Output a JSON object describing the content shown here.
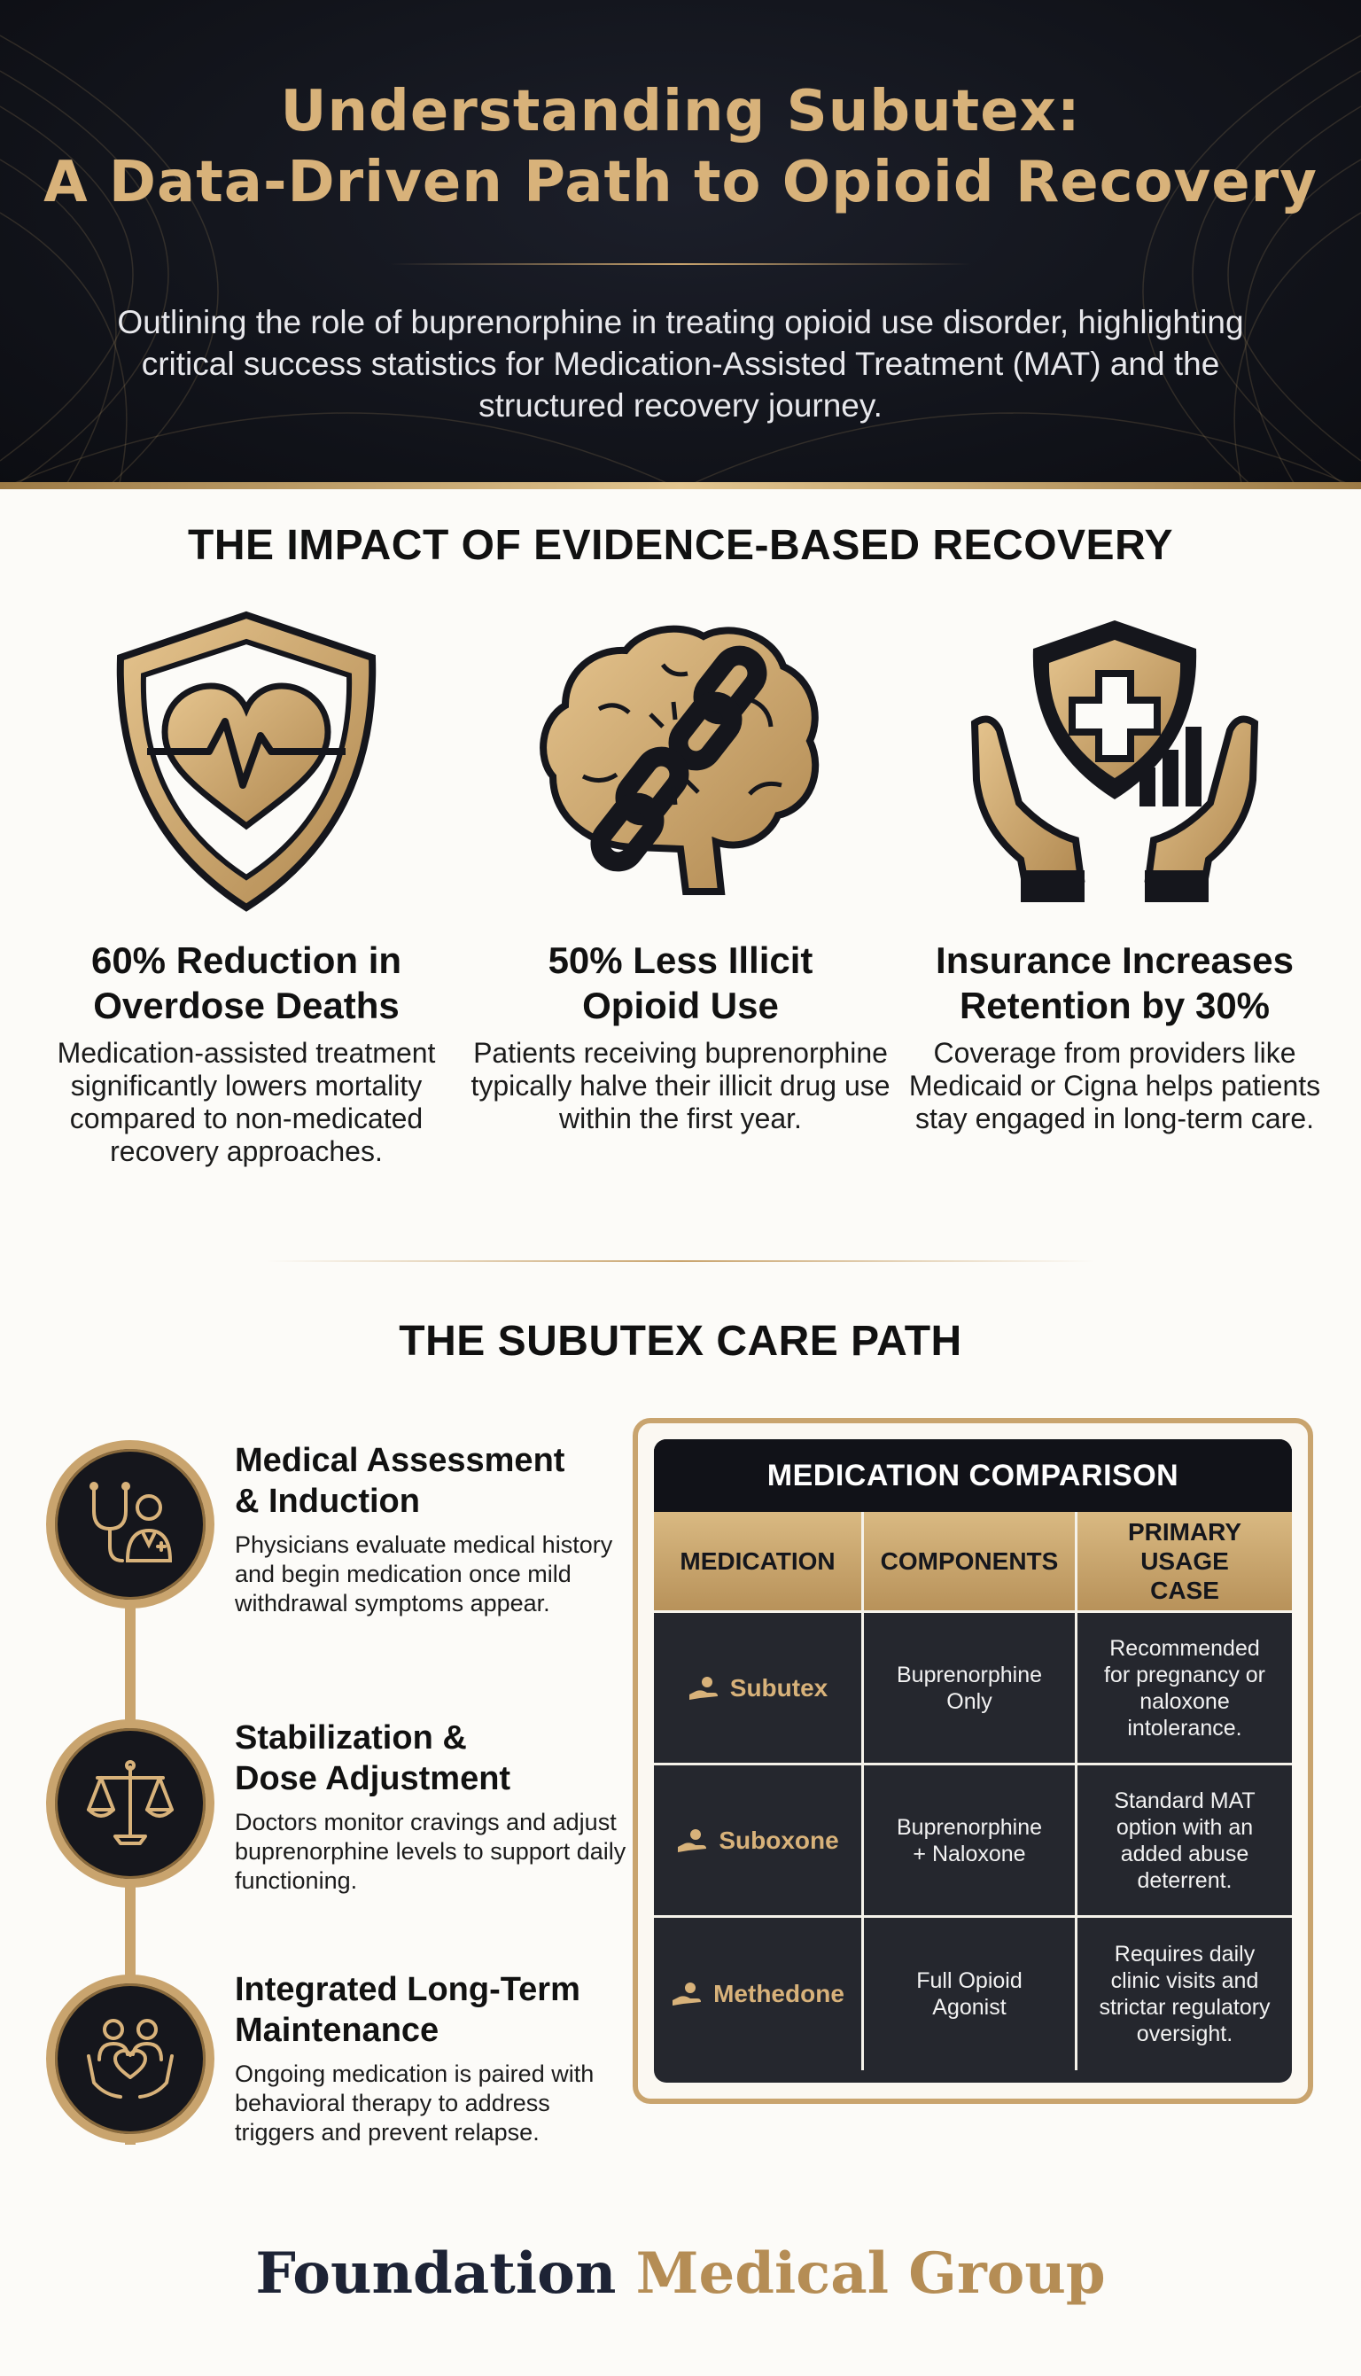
{
  "header": {
    "title_line1": "Understanding Subutex:",
    "title_line2": "A Data-Driven Path to Opioid Recovery",
    "subtitle": "Outlining the role of buprenorphine in treating opioid use disorder, highlighting critical success statistics for Medication-Assisted Treatment (MAT) and the structured recovery journey."
  },
  "impact": {
    "title": "THE IMPACT OF EVIDENCE-BASED RECOVERY",
    "stats": [
      {
        "icon": "shield-heart-icon",
        "heading_line1": "60% Reduction in",
        "heading_line2": "Overdose Deaths",
        "body": "Medication-assisted treatment significantly lowers mortality compared to non-medicated recovery approaches."
      },
      {
        "icon": "brain-broken-chain-icon",
        "heading_line1": "50% Less Illicit",
        "heading_line2": "Opioid Use",
        "body": "Patients receiving buprenorphine typically halve their illicit drug use within the first year."
      },
      {
        "icon": "hands-shield-chart-icon",
        "heading_line1": "Insurance Increases",
        "heading_line2": "Retention by 30%",
        "body": "Coverage from providers like Medicaid or Cigna helps patients stay engaged in long-term care."
      }
    ]
  },
  "care_path": {
    "title": "THE SUBUTEX CARE PATH",
    "steps": [
      {
        "icon": "stethoscope-doctor-icon",
        "heading_line1": "Medical Assessment",
        "heading_line2": "& Induction",
        "body": "Physicians evaluate medical history and begin medication once mild withdrawal symptoms appear."
      },
      {
        "icon": "scales-icon",
        "heading_line1": "Stabilization &",
        "heading_line2": "Dose Adjustment",
        "body": "Doctors monitor cravings and adjust buprenorphine levels to support daily functioning."
      },
      {
        "icon": "people-heart-hands-icon",
        "heading_line1": "Integrated Long-Term",
        "heading_line2": "Maintenance",
        "body": "Ongoing medication is paired with behavioral therapy to address triggers and prevent relapse."
      }
    ]
  },
  "comparison_table": {
    "title": "MEDICATION COMPARISON",
    "headers": [
      "MEDICATION",
      "COMPONENTS",
      "PRIMARY USAGE CASE"
    ],
    "rows": [
      [
        "Subutex",
        "Buprenorphine Only",
        "Recommended for pregnancy or naloxone intolerance."
      ],
      [
        "Suboxone",
        "Buprenorphine + Naloxone",
        "Standard MAT option with an added abuse deterrent."
      ],
      [
        "Methedone",
        "Full Opioid Agonist",
        "Requires daily clinic visits and strictar regulatory oversight."
      ]
    ]
  },
  "footer": {
    "brand_part1": "Foundation",
    "brand_part2": "Medical Group"
  },
  "colors": {
    "gold": "#c9a46e",
    "gold_text": "#d8b27a",
    "dark_navy": "#12141b",
    "footer_navy": "#1d2335",
    "footer_gold": "#b58d55"
  }
}
